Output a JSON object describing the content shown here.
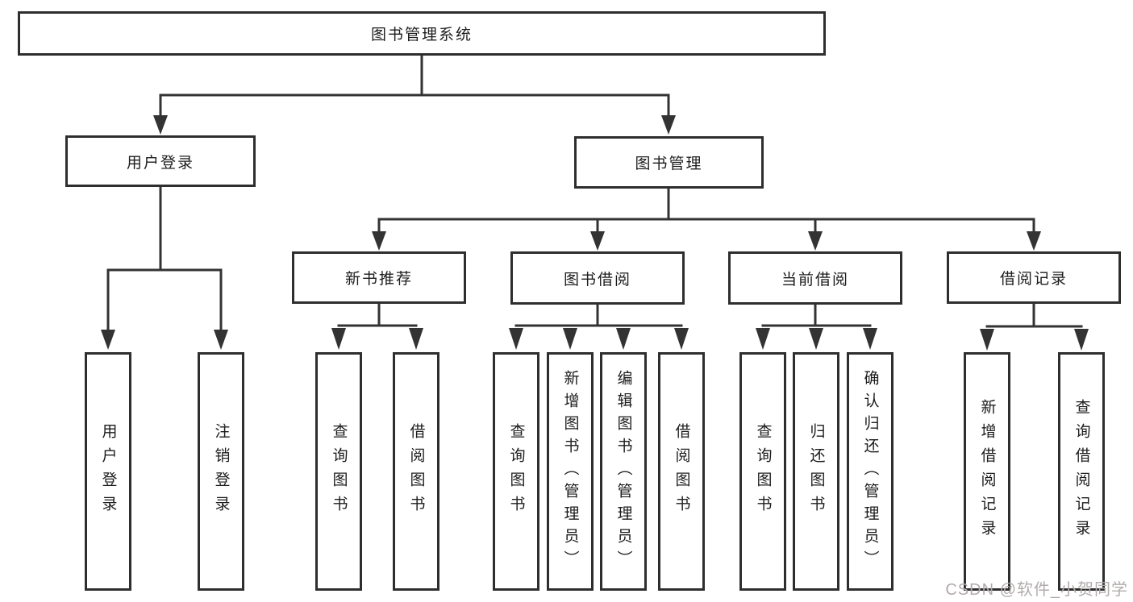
{
  "tree": {
    "label": "图书管理系统",
    "children": [
      {
        "label": "用户登录",
        "children": [
          {
            "label": "用户登录"
          },
          {
            "label": "注销登录"
          }
        ]
      },
      {
        "label": "图书管理",
        "children": [
          {
            "label": "新书推荐",
            "children": [
              {
                "label": "查询图书"
              },
              {
                "label": "借阅图书"
              }
            ]
          },
          {
            "label": "图书借阅",
            "children": [
              {
                "label": "查询图书"
              },
              {
                "label": "新增图书（管理员）"
              },
              {
                "label": "编辑图书（管理员）"
              },
              {
                "label": "借阅图书"
              }
            ]
          },
          {
            "label": "当前借阅",
            "children": [
              {
                "label": "查询图书"
              },
              {
                "label": "归还图书"
              },
              {
                "label": "确认归还（管理员）"
              }
            ]
          },
          {
            "label": "借阅记录",
            "children": [
              {
                "label": "新增借阅记录"
              },
              {
                "label": "查询借阅记录"
              }
            ]
          }
        ]
      }
    ]
  },
  "watermark": "CSDN @软件_小贺同学",
  "colors": {
    "line": "#333333",
    "box_border": "#2e2e2e",
    "text": "#1c1c1c",
    "watermark": "#b2abab",
    "background": "#ffffff"
  }
}
